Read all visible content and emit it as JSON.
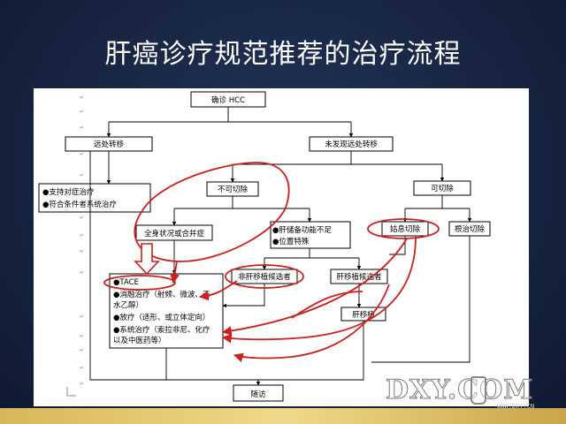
{
  "slide": {
    "title": "肝癌诊疗规范推荐的治疗流程"
  },
  "flowchart": {
    "root": "确诊 HCC",
    "metastasis": "远处转移",
    "no_metastasis": "未发现远处转移",
    "metastasis_treatments": [
      "●支持对症治疗",
      "●符合条件者系统治疗"
    ],
    "unresectable": "不可切除",
    "resectable": "可切除",
    "general_condition": "全身状况或合并症",
    "liver_reserve": [
      "●肝储备功能不足",
      "●位置特殊"
    ],
    "palliative_resection": "姑息切除",
    "radical_resection": "根治切除",
    "non_transplant": "非肝移植候选者",
    "transplant_candidate": "肝移植候选者",
    "transplant": "肝移植",
    "followup": "随访",
    "treatments": [
      "●TACE",
      "●消融治疗（射频、微波、无",
      "  水乙醇）",
      "●放疗（适形、或立体定向）",
      "●系统治疗（索拉非尼、化疗",
      "  以及中医药等）"
    ]
  },
  "watermark": {
    "logo": "DXY.COM",
    "url": "WWW.DXY.CN"
  },
  "colors": {
    "background": "#1b2a4a",
    "highlight": "#cc1f1f",
    "box_border": "#000000",
    "bottom_bar": "#d8b65a"
  }
}
